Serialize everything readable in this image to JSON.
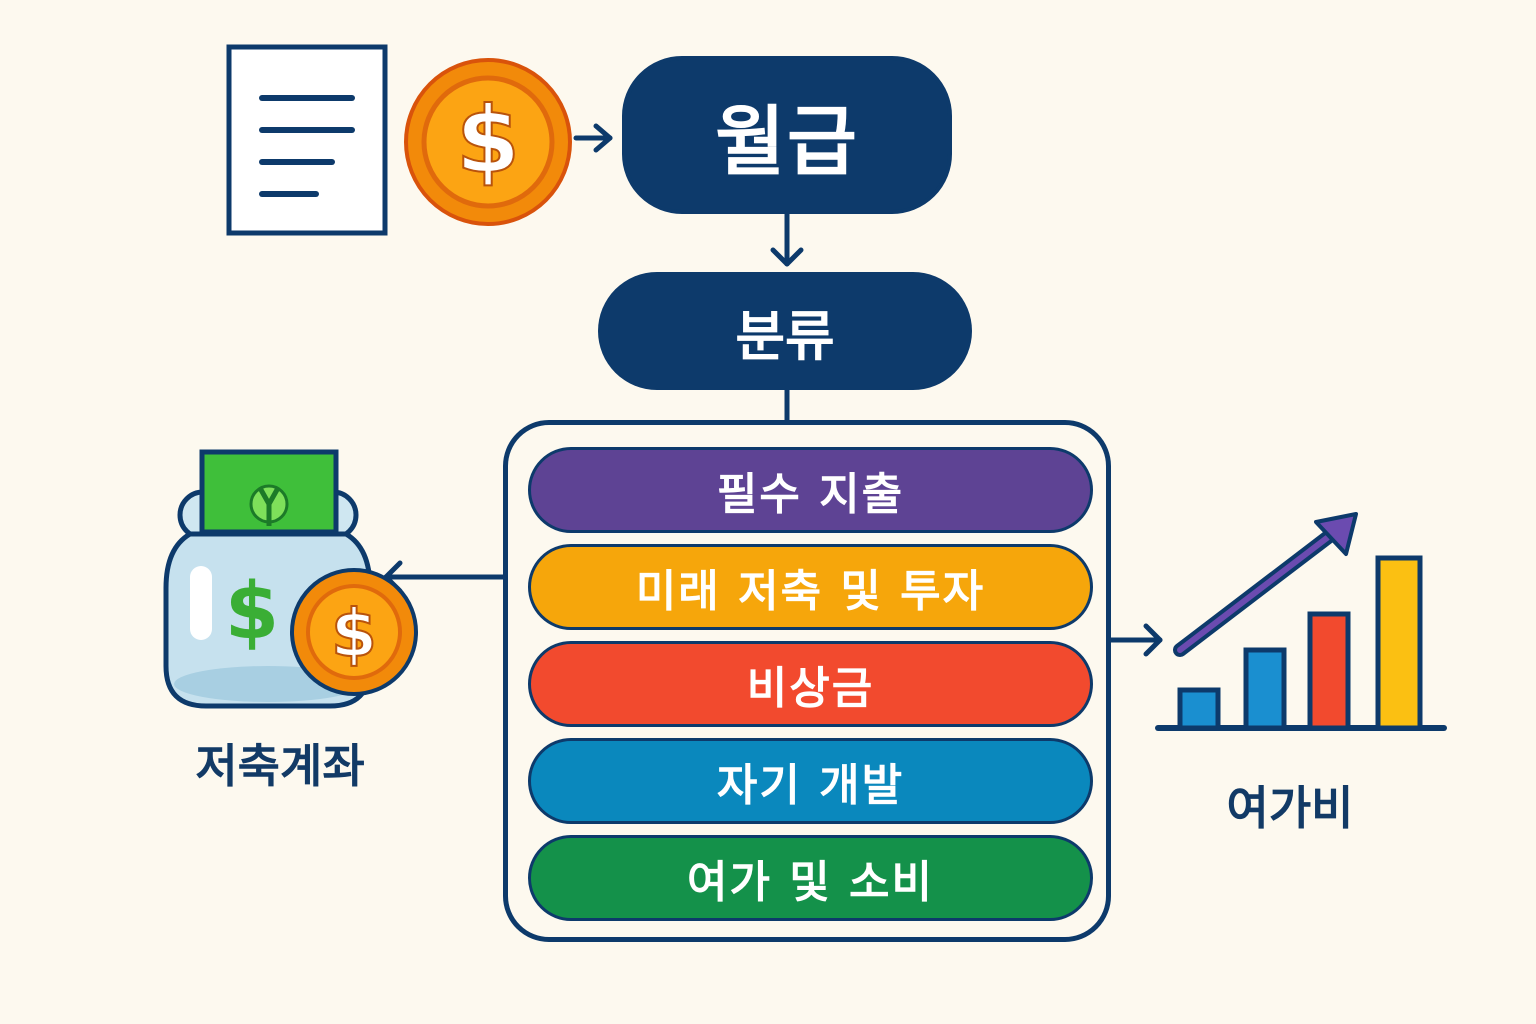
{
  "nodes": {
    "salary": "월급",
    "classify": "분류"
  },
  "categories": [
    {
      "label": "필수 지출",
      "color": "#5e4394",
      "text_color": "#ffffff"
    },
    {
      "label": "미래 저축 및 투자",
      "color": "#f6a60b",
      "text_color": "#ffffff"
    },
    {
      "label": "비상금",
      "color": "#f24a2e",
      "text_color": "#ffffff"
    },
    {
      "label": "자기 개발",
      "color": "#0a88bd",
      "text_color": "#ffffff"
    },
    {
      "label": "여가 및 소비",
      "color": "#14914a",
      "text_color": "#ffffff"
    }
  ],
  "outputs": {
    "savings_label": "저축계좌",
    "leisure_label": "여가비"
  },
  "icons": [
    "document-icon",
    "coin-icon",
    "savings-jar-icon",
    "growth-chart-icon"
  ],
  "colors": {
    "navy": "#0d3a6b",
    "background": "#fdf9ef"
  }
}
